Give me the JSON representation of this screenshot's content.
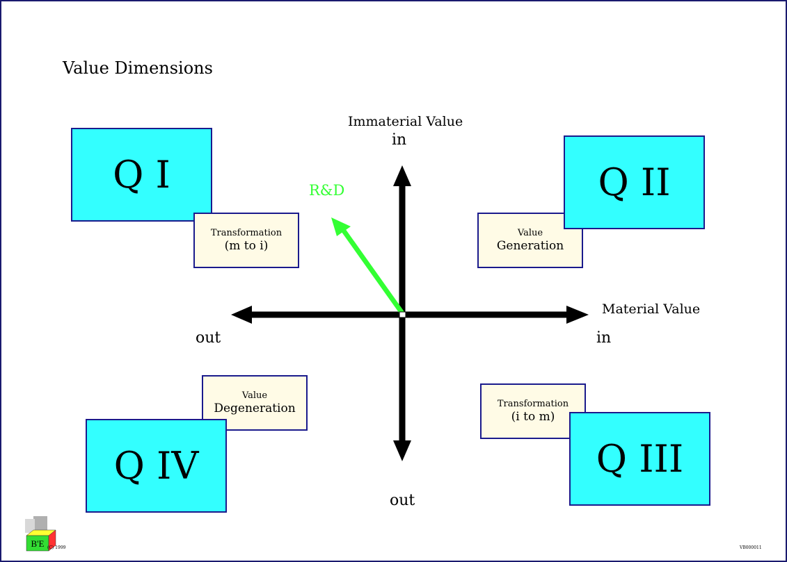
{
  "title": "Value Dimensions",
  "quadrants": {
    "q1": {
      "label": "Q I",
      "note_line1": "Transformation",
      "note_line2": "(m to i)"
    },
    "q2": {
      "label": "Q II",
      "note_line1": "Value",
      "note_line2": "Generation"
    },
    "q3": {
      "label": "Q III",
      "note_line1": "Transformation",
      "note_line2": "(i to m)"
    },
    "q4": {
      "label": "Q IV",
      "note_line1": "Value",
      "note_line2": "Degeneration"
    }
  },
  "axes": {
    "vertical_title": "Immaterial Value",
    "vertical_top": "in",
    "vertical_bottom": "out",
    "horizontal_title": "Material Value",
    "horizontal_right": "in",
    "horizontal_left": "out"
  },
  "vector": {
    "label": "R&D",
    "color": "#33ff33"
  },
  "footer": {
    "logo_text": "B'E",
    "copyright": "(C) 1999",
    "code": "VB000011"
  }
}
